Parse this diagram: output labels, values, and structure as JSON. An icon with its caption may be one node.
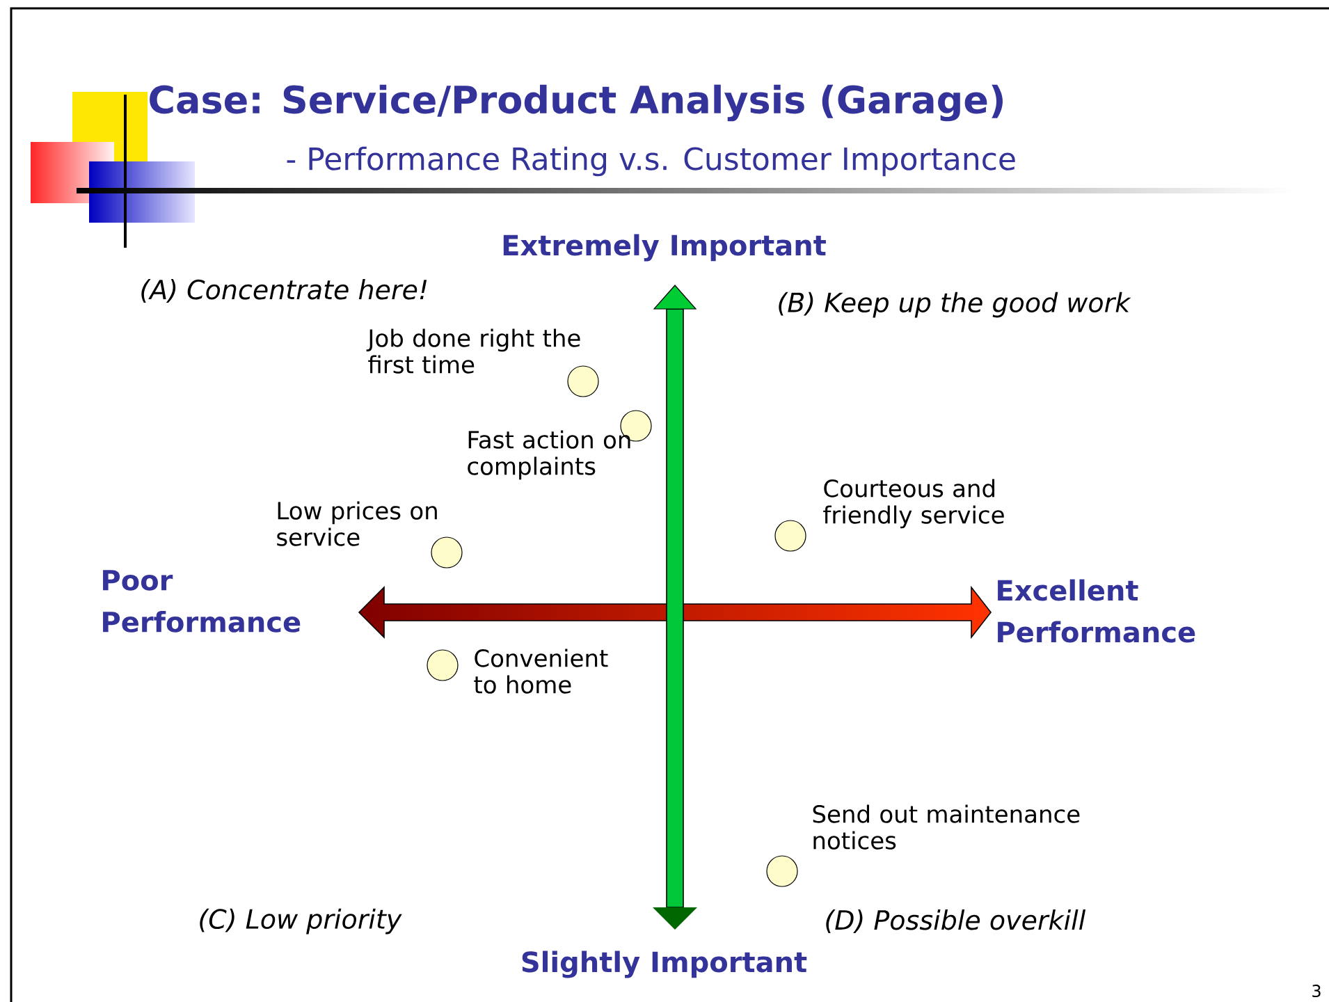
{
  "diagram": {
    "title": "Case: Service/Product Analysis (Garage)",
    "nodes": [
      {
        "text": [],
        "shape": "circle",
        "beside": [
          "Job done right the first time"
        ]
      },
      {
        "text": [],
        "shape": "circle",
        "beside": [
          "Fast action on complaints"
        ]
      },
      {
        "text": [],
        "shape": "circle",
        "beside": [
          "Low prices on service"
        ]
      },
      {
        "text": [],
        "shape": "circle",
        "beside": [
          "Courteous and friendly service"
        ]
      },
      {
        "text": [],
        "shape": "circle",
        "beside": [
          "Convenient to home"
        ]
      },
      {
        "text": [],
        "shape": "circle",
        "beside": [
          "Send out maintenance notices"
        ]
      }
    ],
    "labels": [
      "- Performance Rating v.s. Customer Importance",
      "Extremely Important",
      "(A) Concentrate here!",
      "(B) Keep up the good work",
      "Poor Performance",
      "Excellent Performance",
      "(C) Low priority",
      "(D) Possible overkill",
      "Slightly Important",
      "3"
    ]
  }
}
